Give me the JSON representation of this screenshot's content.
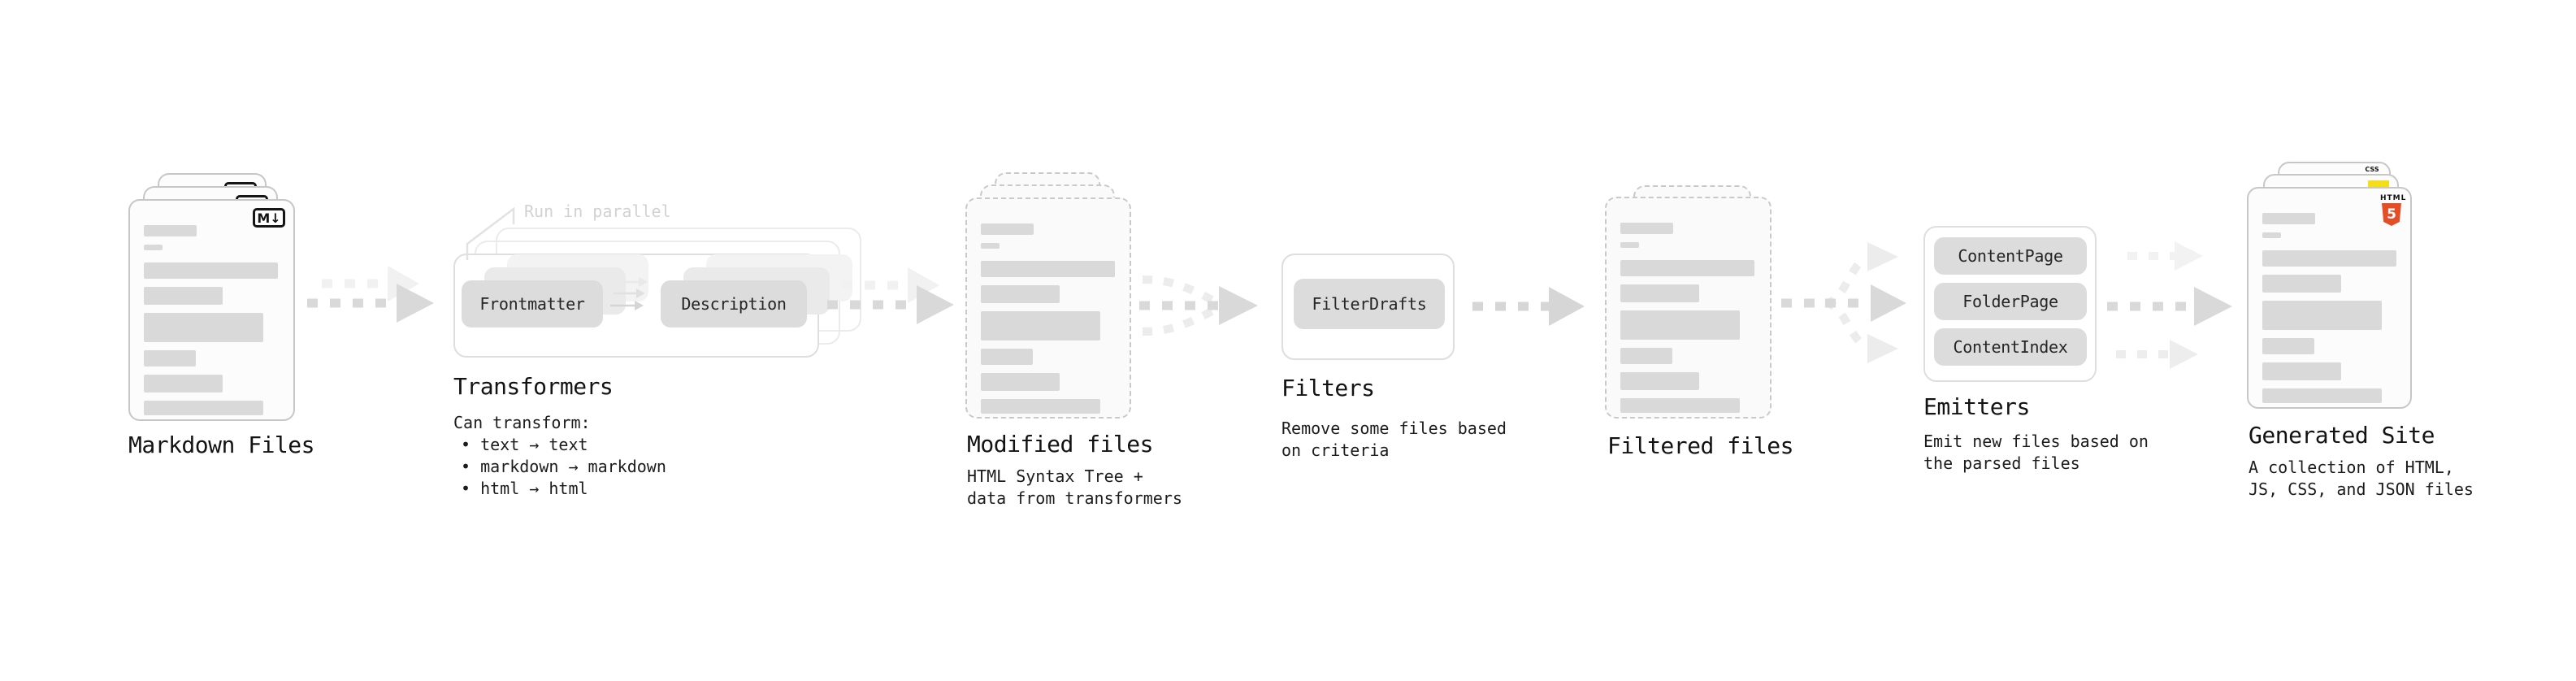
{
  "markdown_files": {
    "label": "Markdown Files",
    "badge": "M↓"
  },
  "transformers": {
    "label": "Transformers",
    "callout": "Run in parallel",
    "input_button": "Frontmatter",
    "output_button": "Description",
    "desc_title": "Can transform:",
    "bullets": [
      "• text → text",
      "• markdown → markdown",
      "• html → html"
    ]
  },
  "modified_files": {
    "label": "Modified files",
    "desc_lines": [
      "HTML Syntax Tree +",
      "data from transformers"
    ]
  },
  "filters": {
    "label": "Filters",
    "button": "FilterDrafts",
    "desc_lines": [
      "Remove some files based",
      "on criteria"
    ]
  },
  "filtered_files": {
    "label": "Filtered files"
  },
  "emitters": {
    "label": "Emitters",
    "buttons": [
      "ContentPage",
      "FolderPage",
      "ContentIndex"
    ],
    "desc_lines": [
      "Emit new files based on",
      "the parsed files"
    ]
  },
  "generated_site": {
    "label": "Generated Site",
    "desc_lines": [
      "A collection of HTML,",
      "JS, CSS, and JSON files"
    ],
    "html5_word": "HTML",
    "html5_number": "5",
    "css_label": "CSS"
  },
  "colors": {
    "arrow": "#d9d9d9",
    "arrow_light": "#ececec",
    "bar": "#d9d9d9",
    "html5_orange": "#e44d26",
    "js_yellow": "#f5de19",
    "css_blue": "#2d6bf4"
  }
}
